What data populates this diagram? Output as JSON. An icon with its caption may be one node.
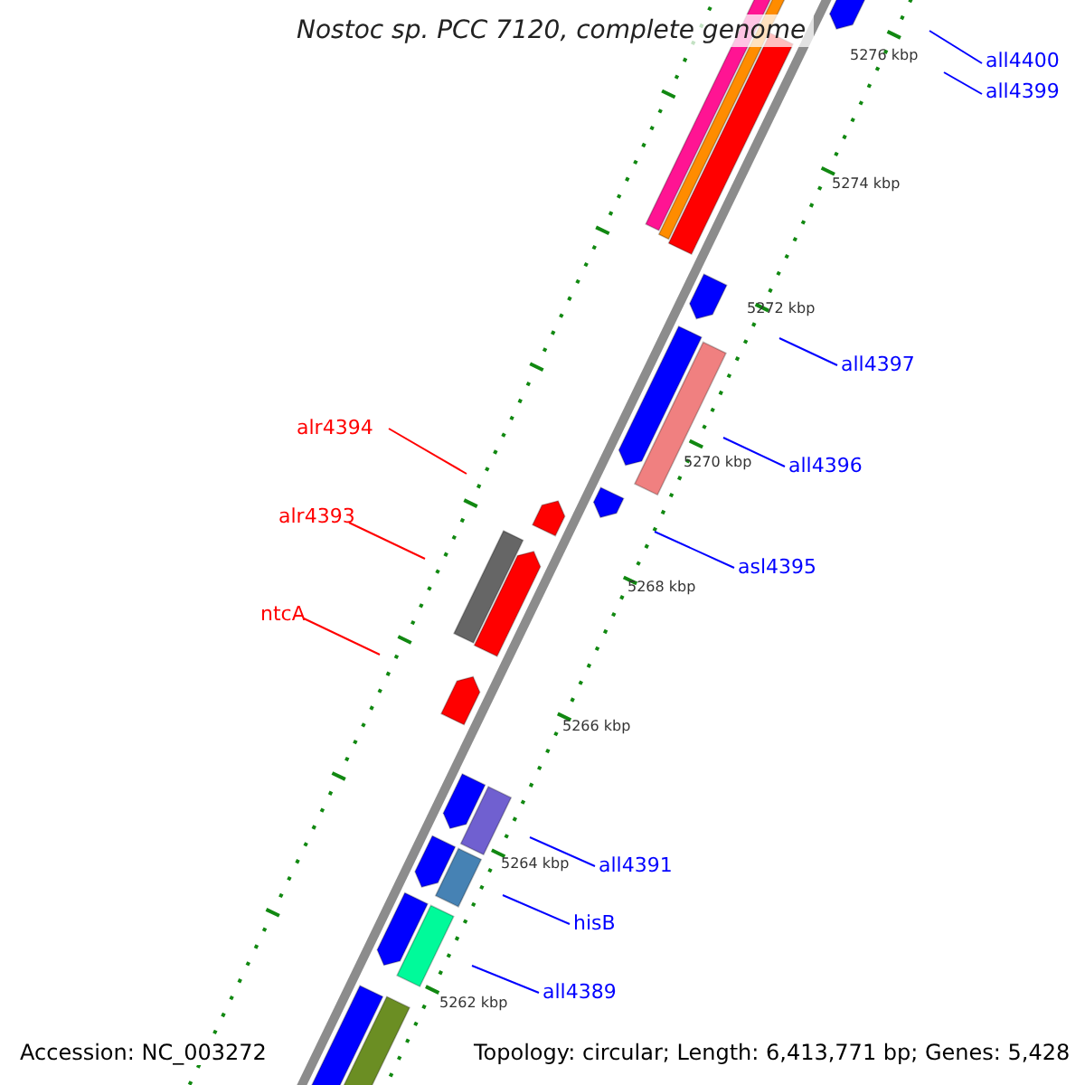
{
  "diagram": {
    "title": "Nostoc sp. PCC 7120, complete genome",
    "nodes": [
      {
        "text": [
          "all4400"
        ]
      },
      {
        "text": [
          "all4399"
        ]
      },
      {
        "text": [
          "all4397"
        ]
      },
      {
        "text": [
          "all4396"
        ]
      },
      {
        "text": [
          "asl4395"
        ]
      },
      {
        "text": [
          "alr4394"
        ]
      },
      {
        "text": [
          "alr4393"
        ]
      },
      {
        "text": [
          "ntcA"
        ]
      },
      {
        "text": [
          "all4391"
        ]
      },
      {
        "text": [
          "hisB"
        ]
      },
      {
        "text": [
          "all4389"
        ]
      }
    ],
    "edges": [
      {
        "from": 0,
        "to": null,
        "arrow": "none",
        "color": "#0000ff"
      },
      {
        "from": 1,
        "to": null,
        "arrow": "none",
        "color": "#0000ff"
      },
      {
        "from": 2,
        "to": null,
        "arrow": "none",
        "color": "#0000ff"
      },
      {
        "from": 3,
        "to": null,
        "arrow": "none",
        "color": "#0000ff"
      },
      {
        "from": 4,
        "to": null,
        "arrow": "none",
        "color": "#0000ff"
      },
      {
        "from": 5,
        "to": null,
        "arrow": "none",
        "color": "#ff0000"
      },
      {
        "from": 6,
        "to": null,
        "arrow": "none",
        "color": "#ff0000"
      },
      {
        "from": 7,
        "to": null,
        "arrow": "none",
        "color": "#ff0000"
      },
      {
        "from": 8,
        "to": null,
        "arrow": "none",
        "color": "#0000ff"
      },
      {
        "from": 9,
        "to": null,
        "arrow": "none",
        "color": "#0000ff"
      },
      {
        "from": 10,
        "to": null,
        "arrow": "none",
        "color": "#0000ff"
      }
    ],
    "labels": [
      "5276 kbp",
      "5274 kbp",
      "5272 kbp",
      "5270 kbp",
      "5268 kbp",
      "5266 kbp",
      "5264 kbp",
      "5262 kbp",
      "Accession: NC_003272",
      "Topology: circular; Length: 6,413,771 bp; Genes: 5,428"
    ]
  }
}
